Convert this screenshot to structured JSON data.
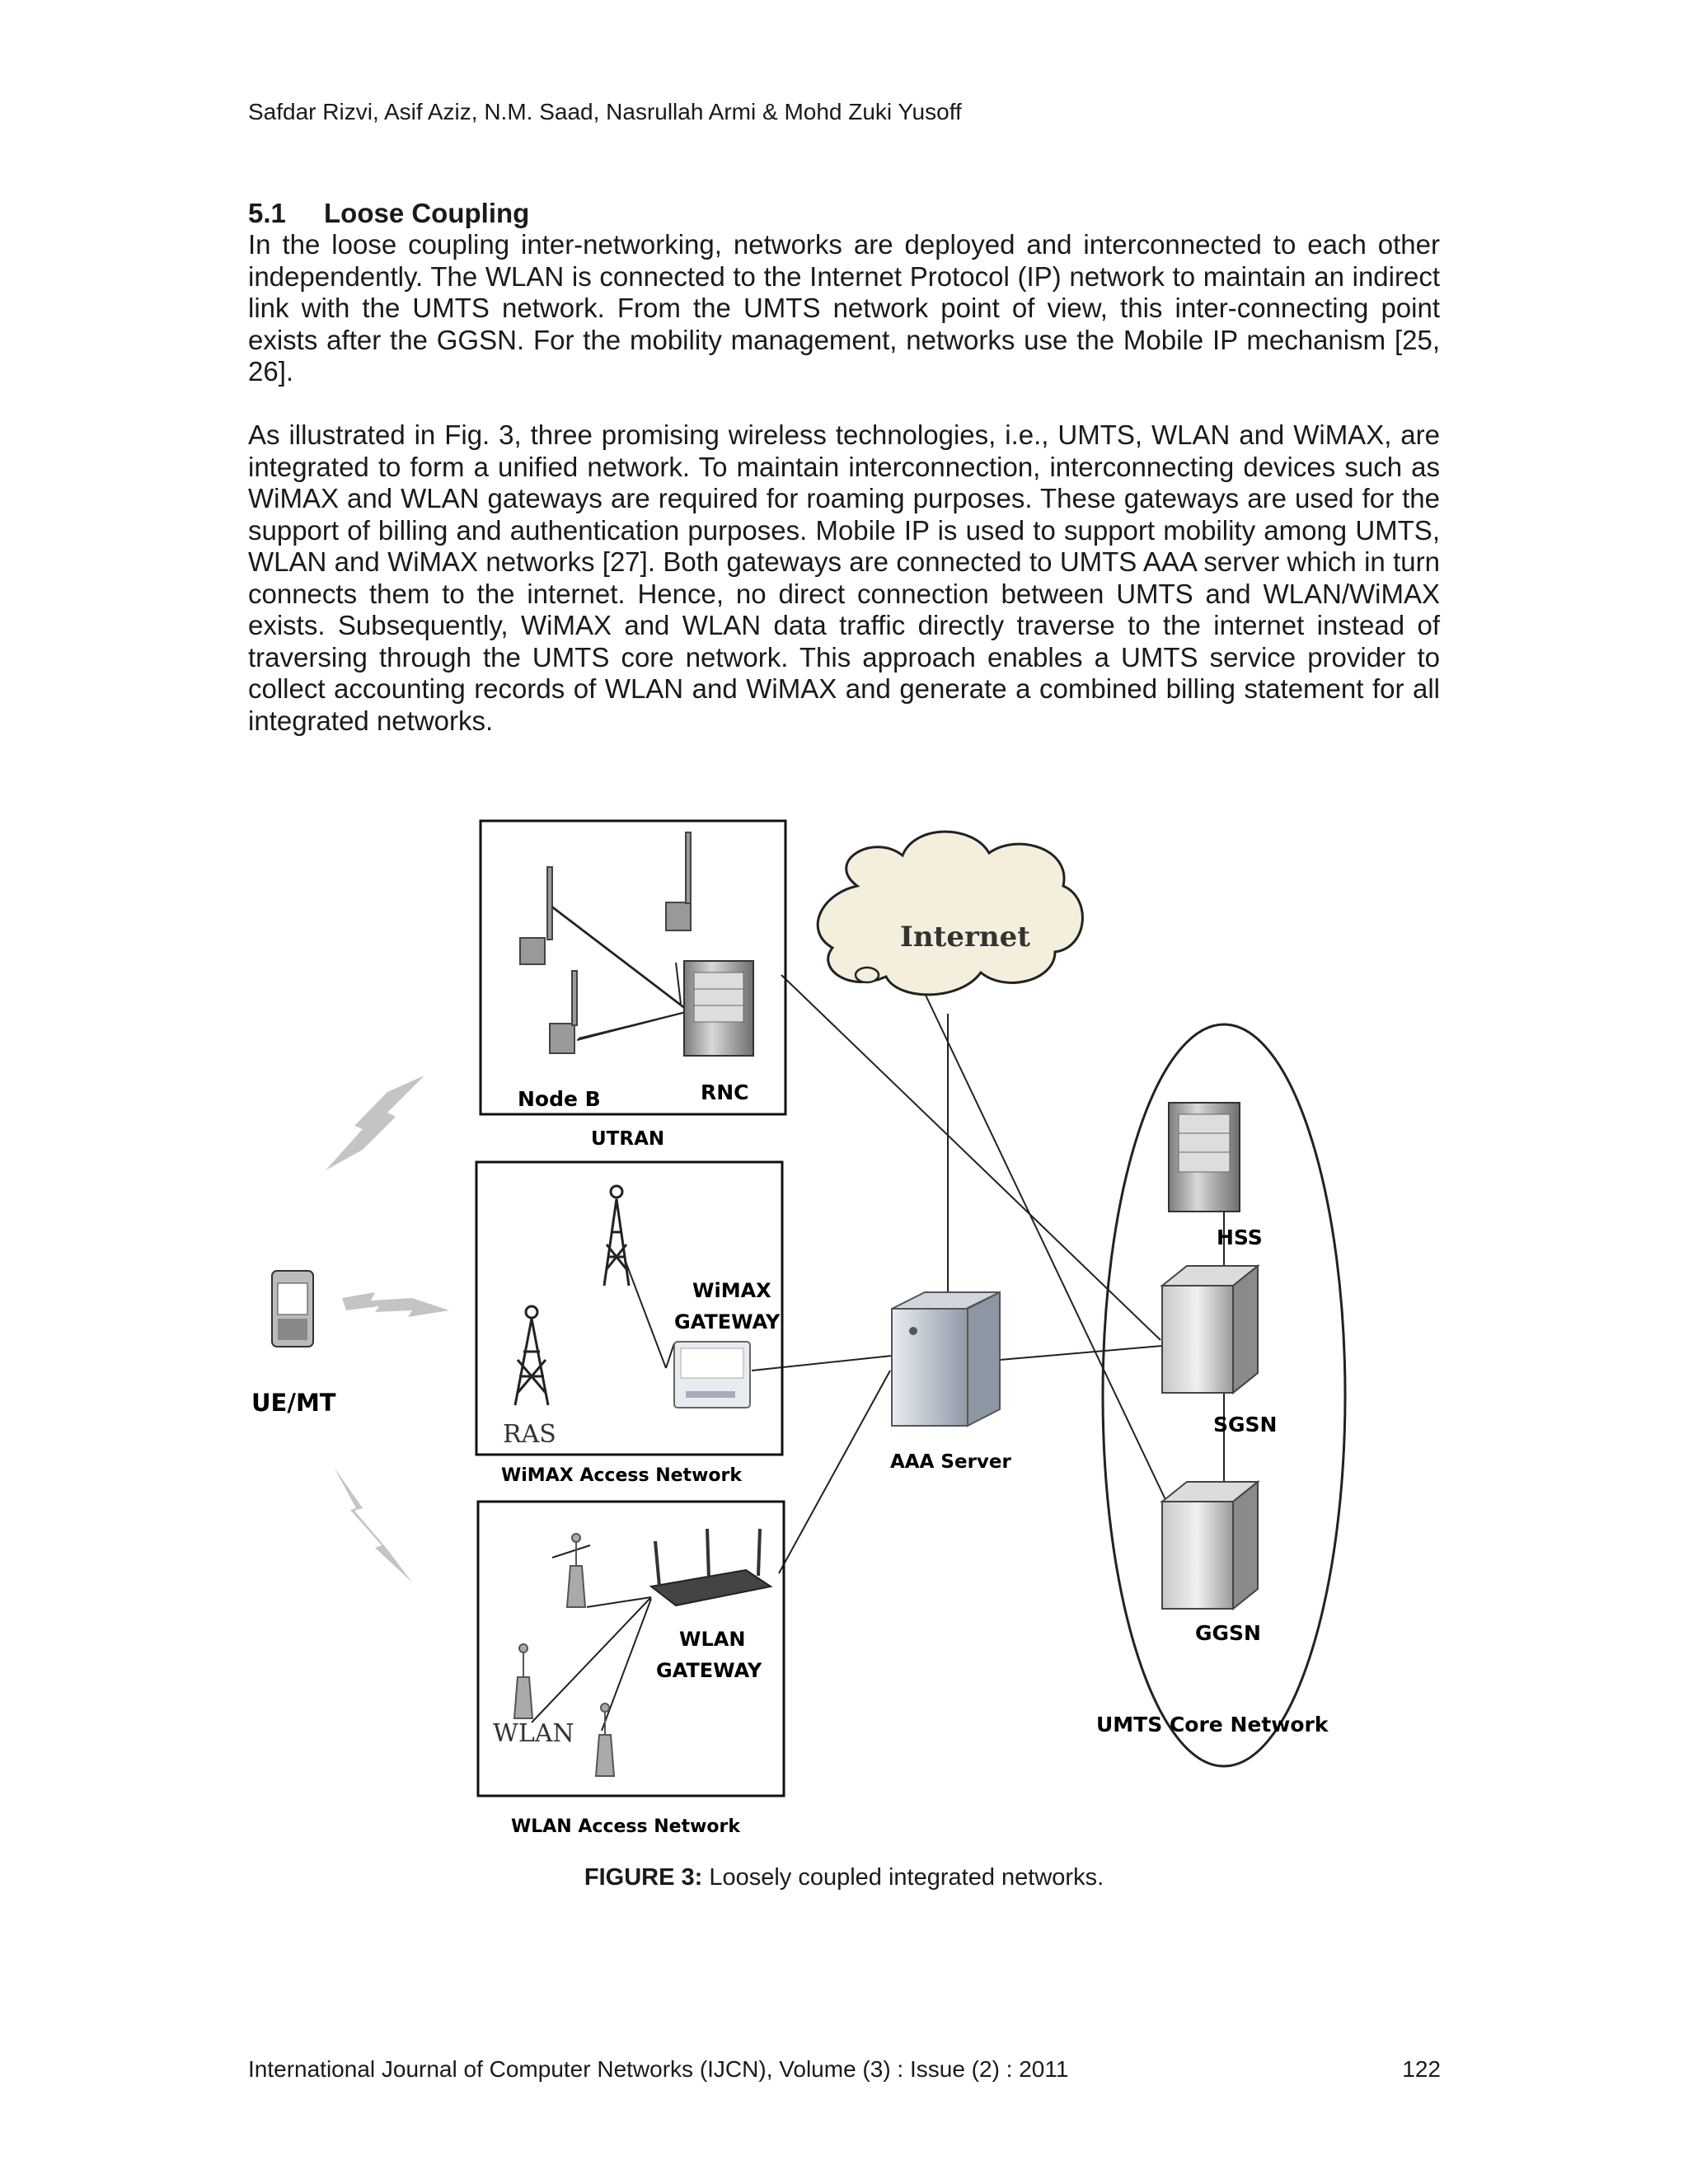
{
  "header": {
    "authors": "Safdar Rizvi, Asif Aziz, N.M. Saad, Nasrullah Armi & Mohd Zuki Yusoff"
  },
  "section": {
    "number": "5.1",
    "title": "Loose Coupling"
  },
  "paragraphs": [
    "In the loose coupling inter-networking, networks are deployed and interconnected to each other independently. The WLAN is connected to the Internet Protocol (IP) network to maintain an indirect link with the UMTS network. From the UMTS network point of view, this inter-connecting point exists after the GGSN. For the mobility management, networks use the Mobile IP mechanism [25, 26].",
    "As illustrated in Fig. 3, three promising wireless technologies, i.e., UMTS, WLAN and WiMAX, are integrated to form a unified network. To maintain interconnection, interconnecting devices such as WiMAX and WLAN gateways are required for roaming purposes. These gateways are used for the support of billing and authentication purposes. Mobile IP is used to support mobility among UMTS, WLAN and WiMAX networks [27]. Both gateways are connected to UMTS AAA server which in turn connects them to the internet. Hence, no direct connection between UMTS and WLAN/WiMAX exists. Subsequently, WiMAX and WLAN data traffic directly traverse to the internet instead of traversing through the UMTS core network. This approach enables a UMTS service provider to collect accounting records of WLAN and WiMAX and generate a combined billing statement for all integrated networks."
  ],
  "figure": {
    "labels": {
      "internet": "Internet",
      "node_b": "Node B",
      "rnc": "RNC",
      "utran": "UTRAN",
      "wimax_gateway_1": "WiMAX",
      "wimax_gateway_2": "GATEWAY",
      "ras": "RAS",
      "wimax_access": "WiMAX Access Network",
      "ue_mt": "UE/MT",
      "aaa_server": "AAA Server",
      "hss": "HSS",
      "sgsn": "SGSN",
      "ggsn": "GGSN",
      "umts_core": "UMTS Core Network",
      "wlan_gateway_1": "WLAN",
      "wlan_gateway_2": "GATEWAY",
      "wlan": "WLAN",
      "wlan_access": "WLAN Access Network"
    },
    "caption_label": "FIGURE 3:",
    "caption_text": " Loosely coupled integrated networks."
  },
  "footer": {
    "journal": "International Journal of Computer Networks (IJCN), Volume (3) : Issue (2) : 2011",
    "page": "122"
  }
}
